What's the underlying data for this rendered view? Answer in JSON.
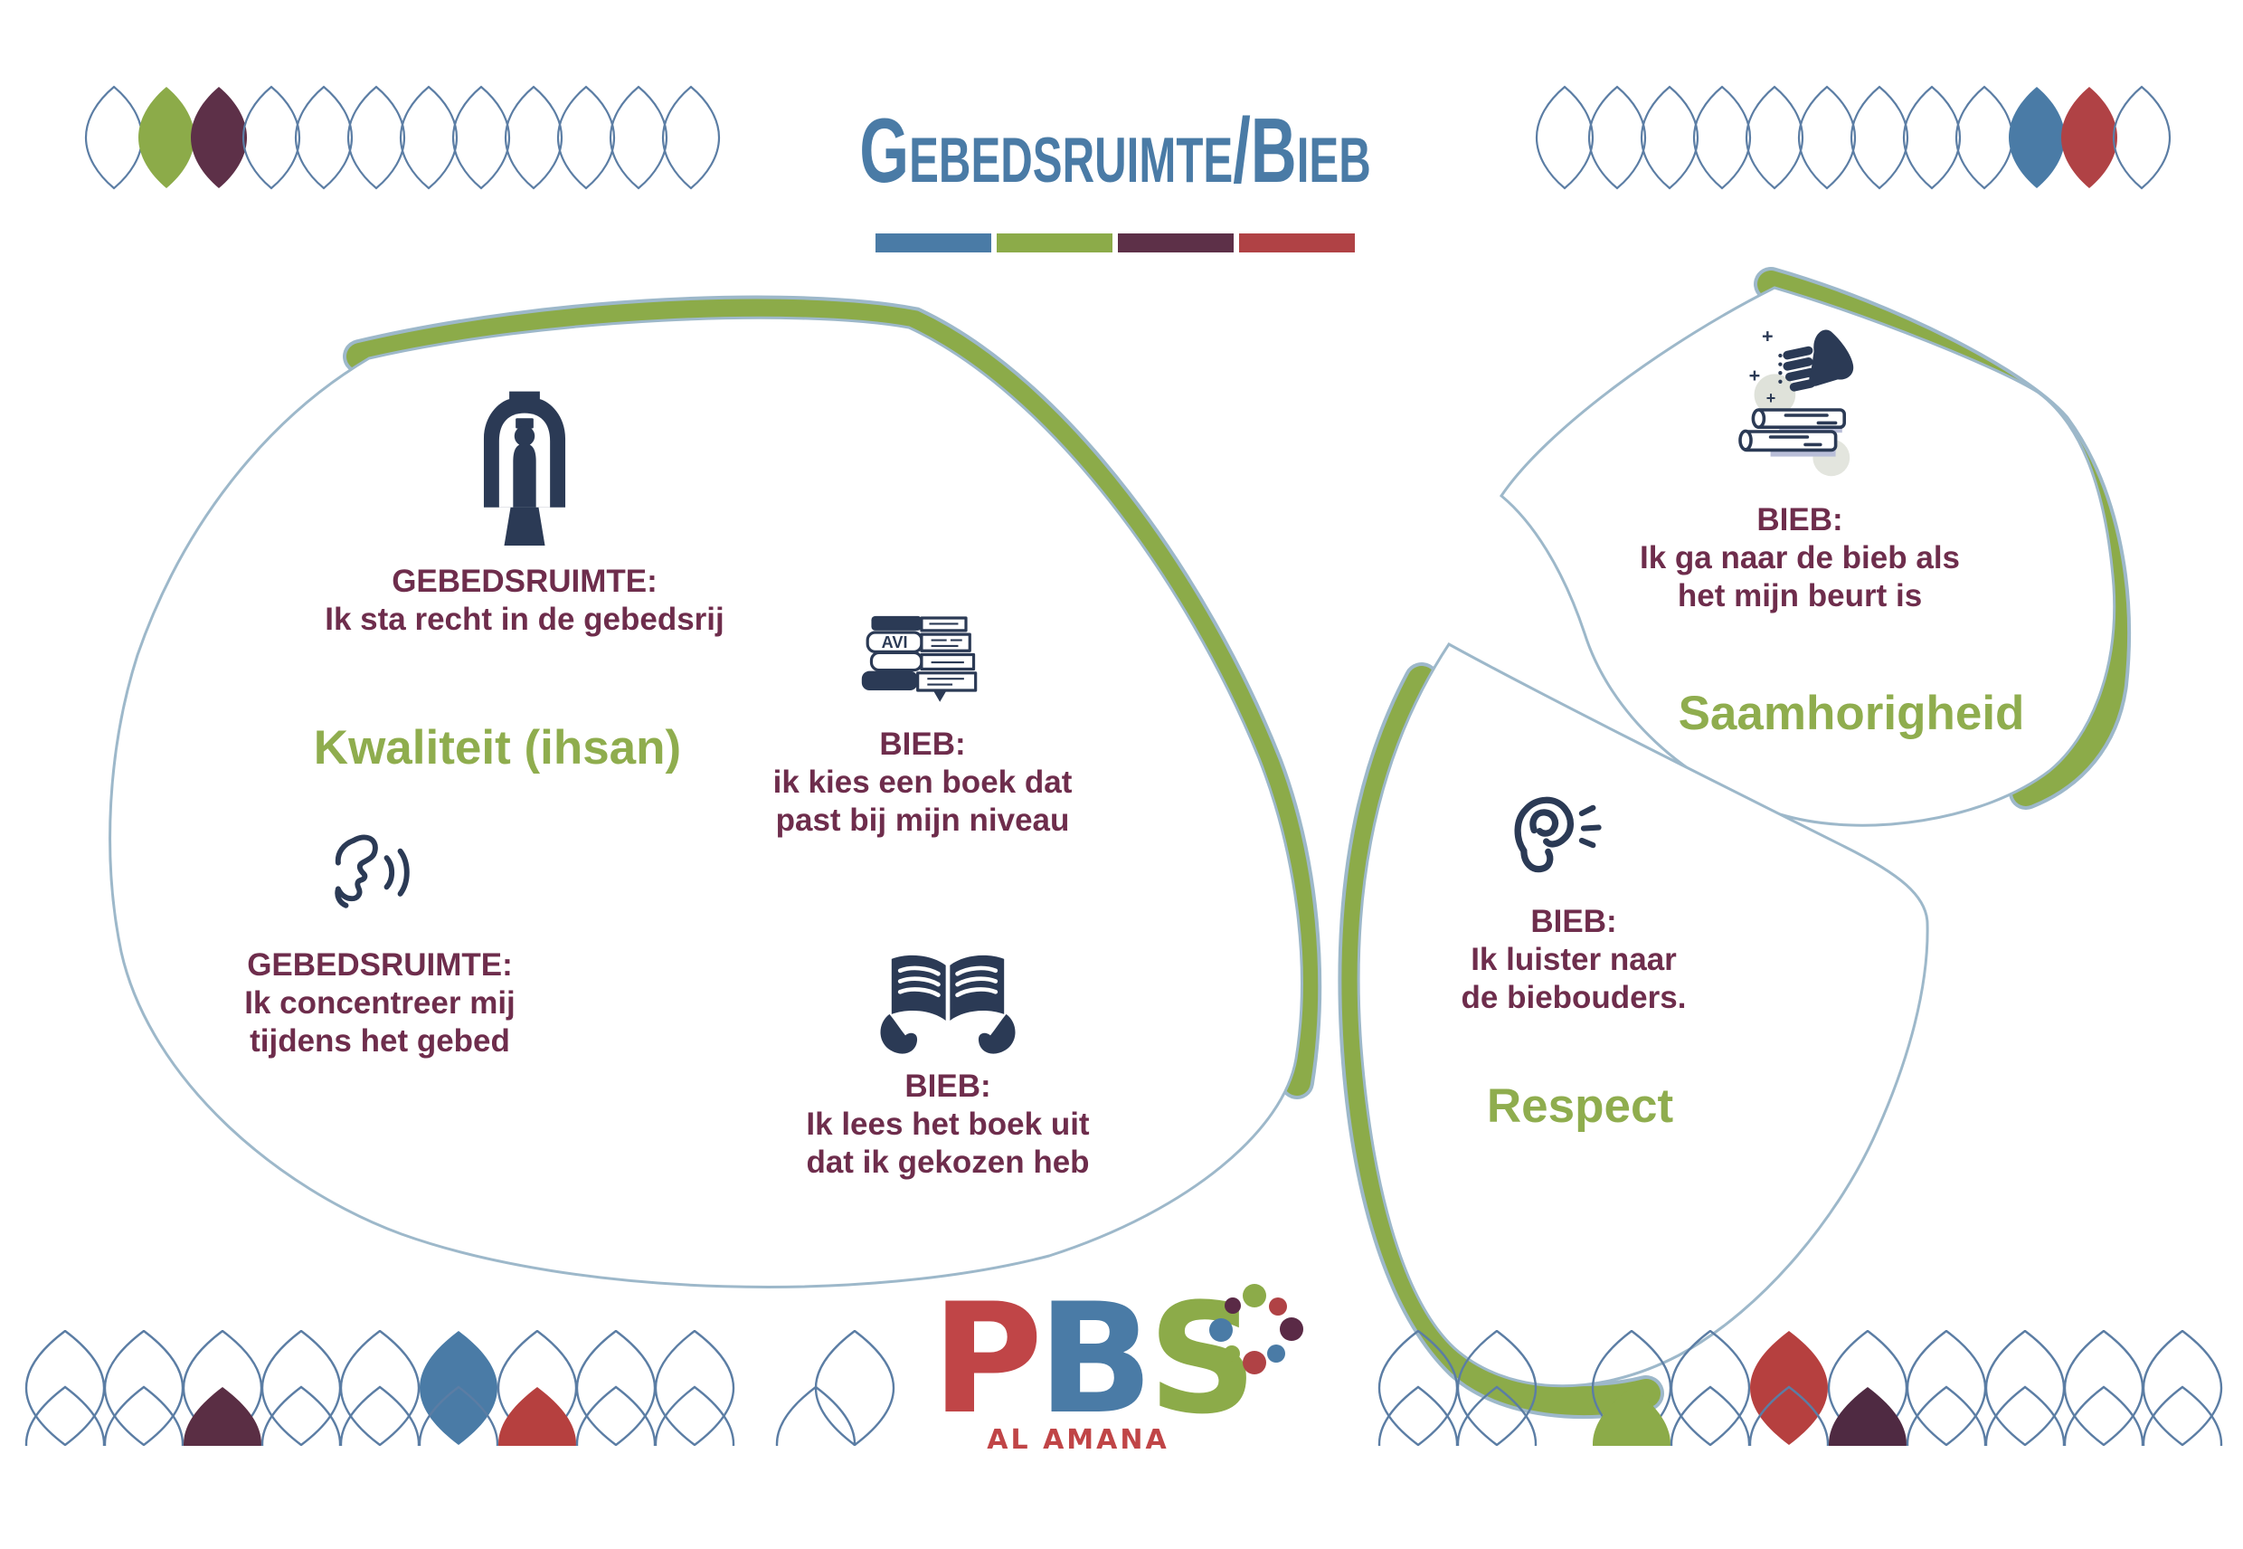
{
  "palette": {
    "title_blue": "#4a7ba6",
    "accent_green": "#8cab49",
    "accent_maroon": "#5d3048",
    "accent_red": "#b04245",
    "text_maroon": "#6e2d4c",
    "icon_navy": "#2b3a55",
    "outline_blue": "#9db8ca",
    "lattice_blue": "#5b7da4"
  },
  "header": {
    "title": "Gebedsruimte/Bieb",
    "underline_colors": [
      "#4a7ba6",
      "#8cab49",
      "#5d3048",
      "#b04245"
    ]
  },
  "zones": {
    "kwaliteit": {
      "label": "Kwaliteit (ihsan)",
      "items": [
        {
          "icon": "prayer-figure-icon",
          "heading": "GEBEDSRUIMTE:",
          "lines": [
            "Ik sta recht in de gebedsrij"
          ]
        },
        {
          "icon": "listening-face-icon",
          "heading": "GEBEDSRUIMTE:",
          "lines": [
            "Ik concentreer mij",
            "tijdens het gebed"
          ]
        },
        {
          "icon": "avi-books-icon",
          "heading": "BIEB:",
          "lines": [
            "ik kies een boek dat",
            "past bij mijn niveau"
          ]
        },
        {
          "icon": "open-book-hands-icon",
          "heading": "BIEB:",
          "lines": [
            "Ik lees het boek uit",
            "dat ik gekozen heb"
          ]
        }
      ]
    },
    "saamhorigheid": {
      "label": "Saamhorigheid",
      "items": [
        {
          "icon": "thumbs-up-books-icon",
          "heading": "BIEB:",
          "lines": [
            "Ik ga naar de bieb als",
            "het mijn beurt is"
          ]
        }
      ]
    },
    "respect": {
      "label": "Respect",
      "items": [
        {
          "icon": "ear-icon",
          "heading": "BIEB:",
          "lines": [
            "Ik luister naar",
            "de biebouders."
          ]
        }
      ]
    }
  },
  "icons": {
    "avi_spine_label": "AVI"
  },
  "logo": {
    "p": "P",
    "b": "B",
    "s": "S",
    "subtitle": "AL AMANA"
  }
}
